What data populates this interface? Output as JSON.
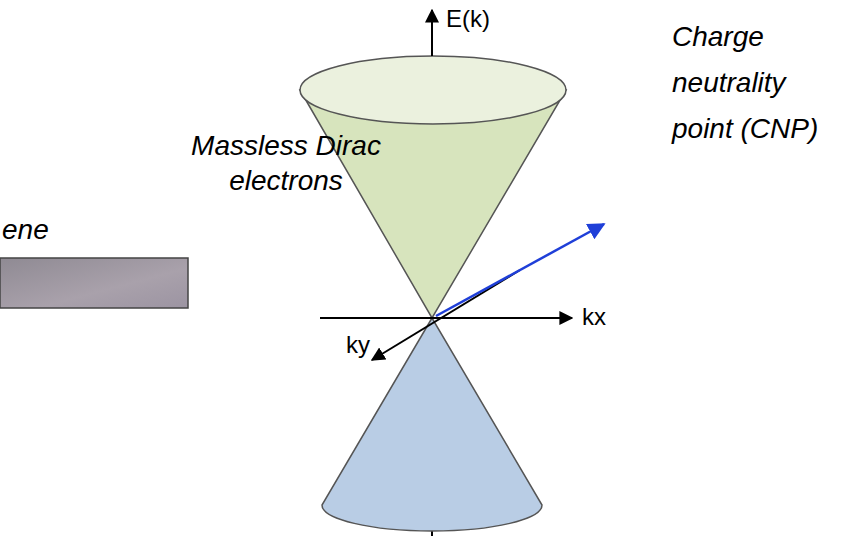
{
  "diagram": {
    "labels": [
      "E(k)",
      "Massless Dirac electrons",
      "Charge neutrality point (CNP)",
      "kx",
      "ky",
      "ene"
    ]
  }
}
